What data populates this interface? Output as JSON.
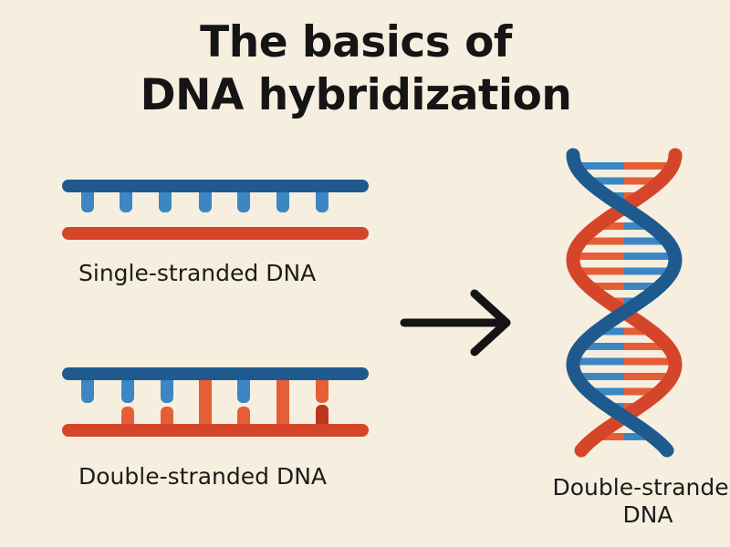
{
  "title": {
    "line1": "The basics of",
    "line2": "DNA hybridization"
  },
  "labels": {
    "single": "Single-stranded DNA",
    "double": "Double-stranded DNA",
    "helix_line1": "Double-stranded",
    "helix_line2": "DNA"
  },
  "colors": {
    "blue_strand": "#1f5a8f",
    "blue_base": "#3d86c4",
    "red_strand": "#d5452a",
    "red_base": "#e65e36",
    "dark_red": "#b8371f",
    "arrow": "#141414"
  },
  "icons": {
    "arrow": "right-arrow-icon"
  }
}
